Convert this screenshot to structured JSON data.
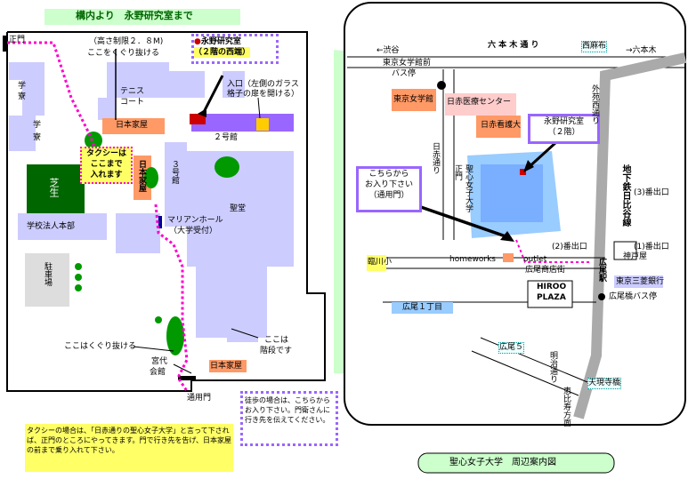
{
  "left_map": {
    "title": "構内より　永野研究室まで",
    "seimon": "正門",
    "height_limit": "（高さ制限２．８M)",
    "height_limit_2": "ここをくぐり抜ける",
    "nagano_lab": "永野研究室",
    "nagano_lab_floor": "（２階の西端）",
    "entrance_note_1": "入口（左側のガラス",
    "entrance_note_2": "格子の扉を開ける）",
    "tennis": "テニス",
    "court": "コート",
    "dormitory": "学",
    "dormitory_2": "寮",
    "dormitory_b": "学",
    "dormitory_b2": "寮",
    "nihon_kaoku": "日本家屋",
    "building2": "２号館",
    "taxi_1": "タクシーは",
    "taxi_2": "ここまで",
    "taxi_3": "入れます",
    "nihon_kaoku_v": "日本家屋",
    "building3": "３号館",
    "lawn": "芝生",
    "corp_hq": "学校法人本部",
    "marian_hall": "マリアンホール",
    "marian_hall_2": "（大学受付）",
    "chapel": "聖堂",
    "parking": "駐車場",
    "pass_through": "ここはくぐり抜ける",
    "stairs_1": "ここは",
    "stairs_2": "階段です",
    "kyudai": "宮代",
    "kaikan": "会館",
    "nihon_kaoku_2": "日本家屋",
    "service_gate": "通用門",
    "walk_note": "徒歩の場合は、こちらからお入り下さい。門衛さんに行き先を伝えてください。",
    "taxi_note": "タクシーの場合は、「日赤通りの聖心女子大学」と言って下されば、正門のところにやってきます。門で行き先を告げ、日本家屋の前まで乗り入れて下さい。"
  },
  "right_map": {
    "roppongi": "六 本 木 通 り",
    "shibuya": "←渋谷",
    "nishiazabu": "西麻布",
    "roppongi_arrow": "→六本木",
    "tjg_1": "東京女学館前",
    "tjg_2": "バス停",
    "tokyo_jogakkan": "東京女学館",
    "nisseki_center": "日赤医療センター",
    "nisseki_kango": "日赤看護大",
    "nagano_lab": "永野研究室",
    "nagano_lab_floor": "（２階）",
    "gaien_nishi": "外苑西通り",
    "nisseki_dori": "日赤通り",
    "seimon": "正門",
    "univ": "聖心女子大学",
    "enter_1": "こちらから",
    "enter_2": "お入り下さい",
    "enter_3": "（通用門）",
    "subway": "地下鉄日比谷線",
    "exit3": "(3)番出口",
    "exit2": "(2)番出口",
    "exit1": "(1)番出口",
    "hiroo_station": "広尾駅",
    "kobe_ya": "神戸屋",
    "rinsen": "臨川小",
    "homeworks": "homeworks",
    "outlet": "outlet",
    "hiroo_shotengai": "広尾商店街",
    "hiroo_plaza_1": "HIROO",
    "hiroo_plaza_2": "PLAZA",
    "tokyo_mitsubishi": "東京三菱銀行",
    "hiroo_bus": "広尾橋バス停",
    "hiroo_1chome": "広尾１丁目",
    "hiroo5": "広尾５",
    "meiji_dori": "明治通り",
    "ebisu": "恵比寿方面",
    "tengenji": "天現寺橋",
    "caption": "聖心女子大学　周辺案内図"
  },
  "colors": {
    "lavender": "#ccccff",
    "purple": "#9966ff",
    "green": "#00cc00",
    "salmon": "#ff9966",
    "pink_route": "#ff00cc",
    "yellow": "#ffff66",
    "light_green": "#99ff99",
    "campus_blue": "#99ccff"
  }
}
